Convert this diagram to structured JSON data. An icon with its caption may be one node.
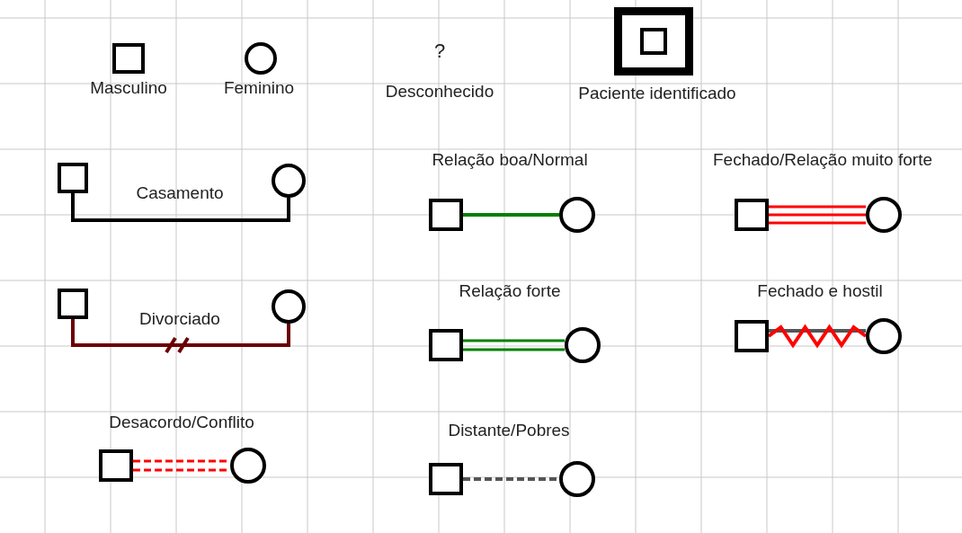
{
  "diagram": {
    "nodes": [
      {
        "text": [],
        "shape": "box",
        "beside": [
          "Masculino"
        ]
      },
      {
        "text": [],
        "shape": "circle",
        "beside": [
          "Feminino"
        ]
      },
      {
        "text": [
          "?"
        ],
        "beside": [
          "Desconhecido"
        ]
      },
      {
        "text": [],
        "shape": "box",
        "beside": [
          "Paciente identificado"
        ]
      },
      {
        "text": [],
        "shape": "box"
      },
      {
        "text": [],
        "shape": "circle"
      },
      {
        "text": [],
        "shape": "box"
      },
      {
        "text": [],
        "shape": "circle"
      },
      {
        "text": [],
        "shape": "box"
      },
      {
        "text": [],
        "shape": "circle"
      },
      {
        "text": [],
        "shape": "box"
      },
      {
        "text": [],
        "shape": "circle"
      },
      {
        "text": [],
        "shape": "box"
      },
      {
        "text": [],
        "shape": "circle"
      },
      {
        "text": [],
        "shape": "box"
      },
      {
        "text": [],
        "shape": "circle"
      },
      {
        "text": [],
        "shape": "box"
      },
      {
        "text": [],
        "shape": "circle"
      },
      {
        "text": [],
        "shape": "box"
      },
      {
        "text": [],
        "shape": "circle"
      }
    ],
    "edges": [
      {
        "from": 4,
        "to": 5,
        "arrow": "none",
        "label": "Casamento",
        "color": "#000000"
      },
      {
        "from": 6,
        "to": 7,
        "arrow": "none",
        "label": "Relação boa/Normal",
        "color": "#008000"
      },
      {
        "from": 8,
        "to": 9,
        "arrow": "none",
        "label": "Fechado/Relação muito forte",
        "color": "#ff0000"
      },
      {
        "from": 10,
        "to": 11,
        "arrow": "none",
        "label": "Divorciado",
        "color": "#6b0000"
      },
      {
        "from": 12,
        "to": 13,
        "arrow": "none",
        "label": "Relação forte",
        "color": "#008000"
      },
      {
        "from": 14,
        "to": 15,
        "arrow": "none",
        "label": "Fechado e hostil",
        "color": "#ff0000"
      },
      {
        "from": 16,
        "to": 17,
        "arrow": "none",
        "label": "Desacordo/Conflito",
        "style": "dashed",
        "color": "#ff0000"
      },
      {
        "from": 18,
        "to": 19,
        "arrow": "none",
        "label": "Distante/Pobres",
        "style": "dashed",
        "color": "#555555"
      }
    ]
  }
}
